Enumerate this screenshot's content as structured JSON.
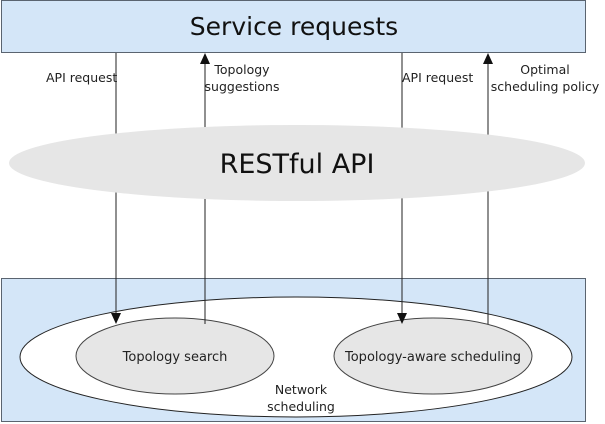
{
  "top_box": {
    "title": "Service requests"
  },
  "api": {
    "label": "RESTful API"
  },
  "arrows": {
    "a1": "API request",
    "a2_line1": "Topology",
    "a2_line2": "suggestions",
    "a3": "API request",
    "a4_line1": "Optimal",
    "a4_line2": "scheduling policy"
  },
  "bottom": {
    "network_line1": "Network",
    "network_line2": "scheduling",
    "left_node": "Topology search",
    "right_node": "Topology-aware scheduling"
  },
  "colors": {
    "box_fill": "#d4e6f8",
    "api_fill": "#e6e6e6",
    "node_fill": "#e6e6e6"
  }
}
